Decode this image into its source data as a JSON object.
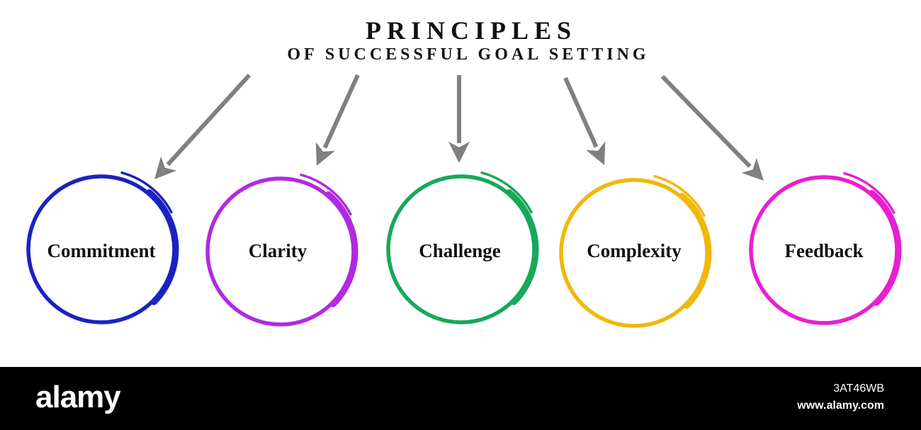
{
  "header": {
    "title": "PRINCIPLES",
    "subtitle": "OF SUCCESSFUL GOAL SETTING"
  },
  "nodes": [
    {
      "label": "Commitment",
      "color": "#1a22c2"
    },
    {
      "label": "Clarity",
      "color": "#b02be0"
    },
    {
      "label": "Challenge",
      "color": "#17a85a"
    },
    {
      "label": "Complexity",
      "color": "#f0b80c"
    },
    {
      "label": "Feedback",
      "color": "#e81fd0"
    }
  ],
  "arrow_color": "#808080",
  "footer": {
    "brand": "alamy",
    "image_id": "3AT46WB",
    "site": "www.alamy.com"
  }
}
